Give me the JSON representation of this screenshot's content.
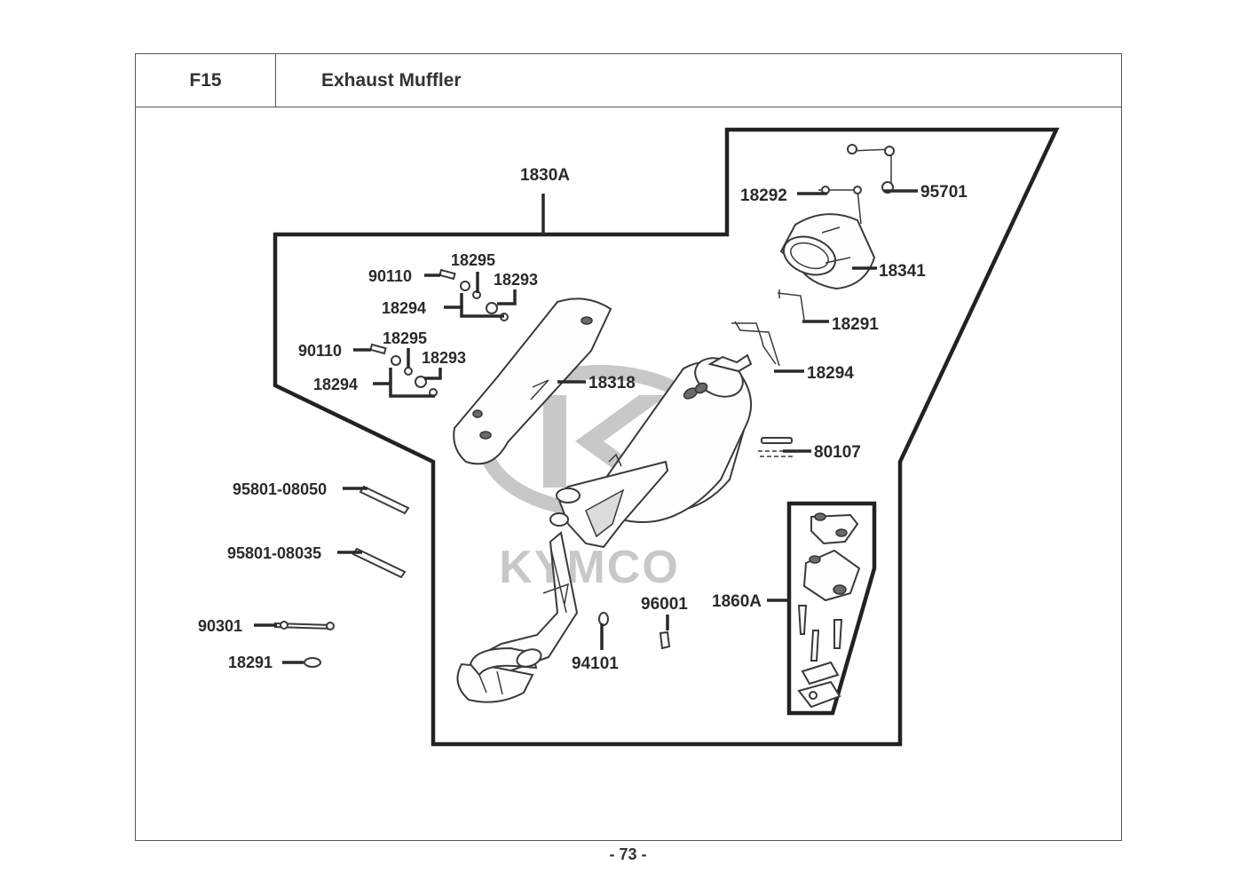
{
  "header": {
    "section_code": "F15",
    "title": "Exhaust Muffler"
  },
  "watermark": {
    "brand": "KYMCO"
  },
  "callouts": {
    "assy_1830a": "1830A",
    "bolt_95701": "95701",
    "plate_18292": "18292",
    "protector_18341": "18341",
    "band_18291_top": "18291",
    "collar_18294_right": "18294",
    "bolt_90110_a": "90110",
    "washer_18295_a": "18295",
    "nut_18293_a": "18293",
    "collar_18294_a": "18294",
    "bolt_90110_b": "90110",
    "washer_18295_b": "18295",
    "nut_18293_b": "18293",
    "collar_18294_b": "18294",
    "cover_18318": "18318",
    "gasket_80107": "80107",
    "bolt_95801_08050": "95801-08050",
    "bolt_95801_08035": "95801-08035",
    "bolt_90301": "90301",
    "clip_18291_left": "18291",
    "nut_96001": "96001",
    "washer_94101": "94101",
    "kit_1860a": "1860A"
  },
  "footer": {
    "page_number": "- 73 -"
  },
  "colors": {
    "line": "#2a2a2a",
    "watermark": "#c8c8c8",
    "frame": "#555555"
  }
}
